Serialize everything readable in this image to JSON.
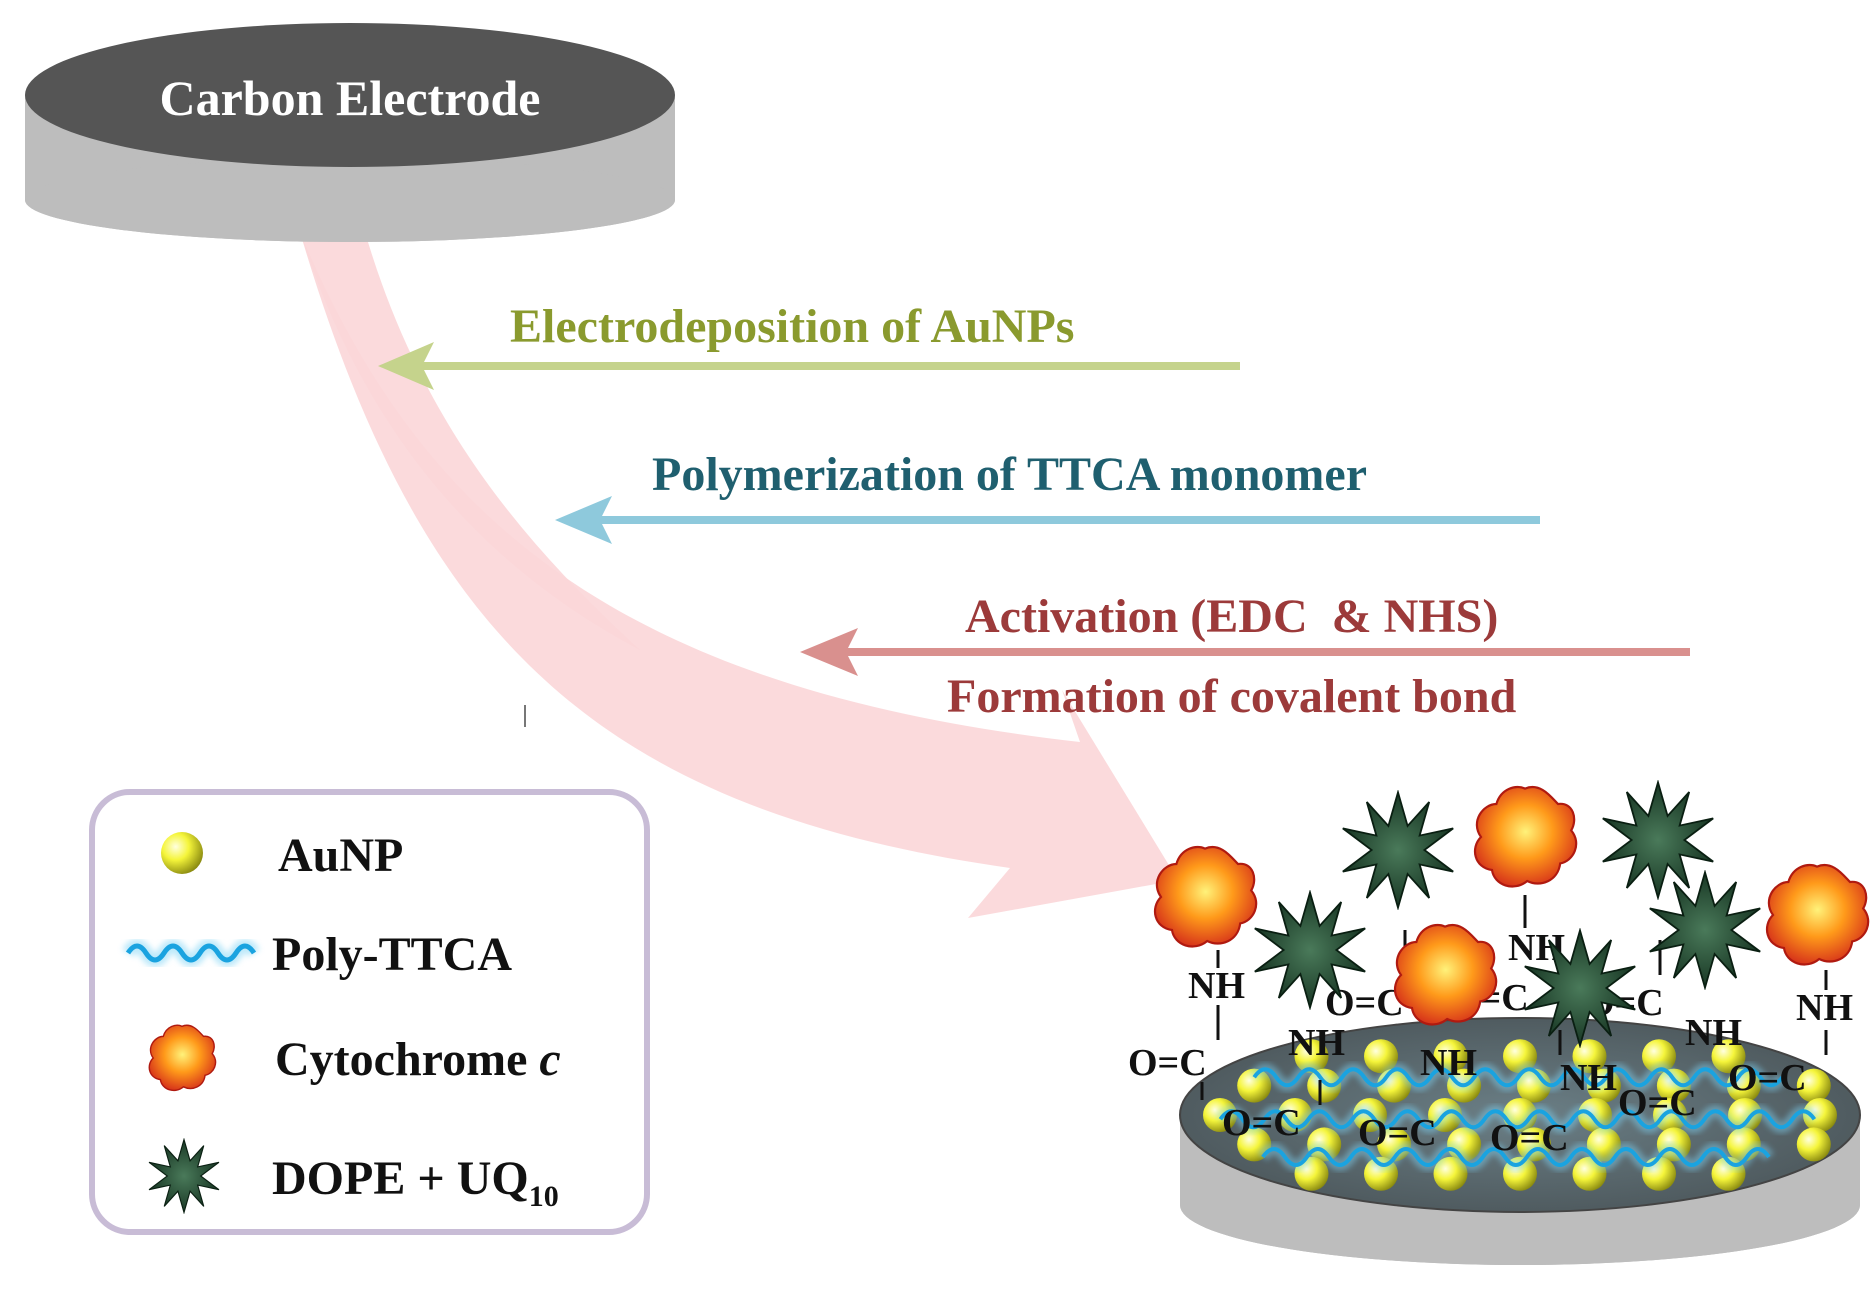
{
  "electrode": {
    "label": "Carbon Electrode"
  },
  "steps": [
    {
      "text": "Electrodeposition of AuNPs",
      "color": "#8a9a2e",
      "arrow_color": "#c5d38c"
    },
    {
      "text": "Polymerization of TTCA monomer",
      "color": "#1f5f6f",
      "arrow_color": "#8ec9dc"
    },
    {
      "text": "Activation (EDC  & NHS)",
      "color": "#9c3a3a",
      "arrow_color": "#d9908e"
    },
    {
      "text": "Formation of covalent bond",
      "color": "#9c3a3a"
    }
  ],
  "legend": {
    "items": [
      {
        "label": "AuNP",
        "icon": "gold-nanoparticle-icon"
      },
      {
        "label": "Poly-TTCA",
        "icon": "polymer-wave-icon"
      },
      {
        "label": "Cytochrome ",
        "italic": "c",
        "icon": "cytochrome-icon"
      },
      {
        "label": "DOPE + UQ",
        "subscript": "10",
        "icon": "dope-star-icon"
      }
    ]
  },
  "chemistry": {
    "nh": "NH",
    "oc": "O=C",
    "co": "O=C"
  },
  "colors": {
    "electrode_top": "#555555",
    "electrode_side": "#bdbdbd",
    "big_arrow": "#fbd6d8",
    "legend_border": "#c8bcd6",
    "gold": "#f2f23a",
    "polymer": "#1aa3e0",
    "star": "#1e3d2a"
  }
}
